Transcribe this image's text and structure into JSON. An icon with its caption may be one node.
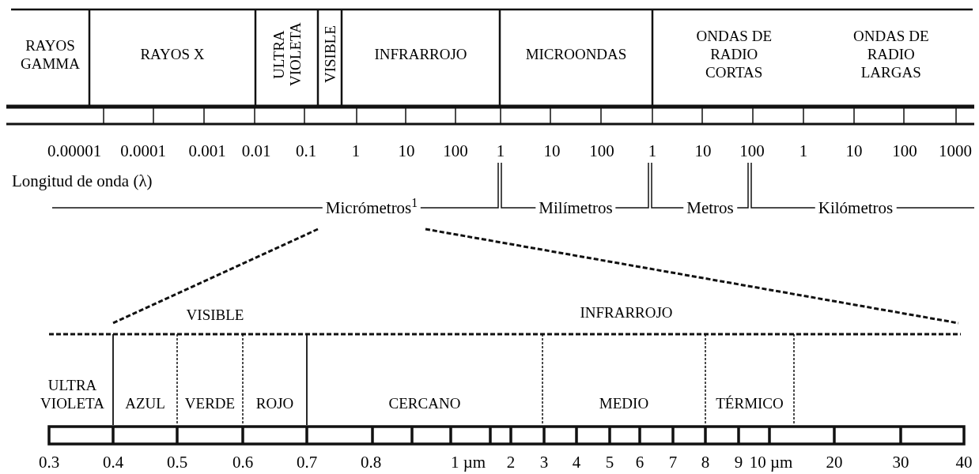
{
  "diagram": {
    "nodes": [
      {
        "text": [
          "RAYOS GAMMA"
        ]
      },
      {
        "text": [
          "RAYOS X"
        ]
      },
      {
        "text": [
          "ULTRA VIOLETA"
        ]
      },
      {
        "text": [
          "VISIBLE"
        ]
      },
      {
        "text": [
          "INFRARROJO"
        ]
      },
      {
        "text": [
          "MICROONDAS"
        ]
      },
      {
        "text": [
          "ONDAS DE RADIO CORTAS",
          "ONDAS DE RADIO LARGAS"
        ]
      },
      {
        "text": [
          "ULTRA VIOLETA"
        ]
      },
      {
        "text": [
          "AZUL"
        ]
      },
      {
        "text": [
          "VERDE"
        ]
      },
      {
        "text": [
          "ROJO"
        ]
      },
      {
        "text": [
          "CERCANO"
        ]
      },
      {
        "text": [
          "MEDIO"
        ]
      },
      {
        "text": [
          "TÉRMICO"
        ]
      }
    ],
    "labels": [
      "0.00001",
      "0.0001",
      "0.001",
      "0.01",
      "0.1",
      "1",
      "10",
      "100",
      "1",
      "10",
      "100",
      "1",
      "10",
      "100",
      "1",
      "10",
      "100",
      "1000",
      "Longitud de onda (λ)",
      "Micrómetros$^{1}$",
      "Milímetros",
      "Metros",
      "Kilómetros",
      "VISIBLE",
      "INFRARROJO",
      "0.3",
      "0.4",
      "0.5",
      "0.6",
      "0.7",
      "0.8",
      "1 µm",
      "2",
      "3",
      "4",
      "5",
      "6",
      "7",
      "8",
      "9",
      "10 µm",
      "20",
      "30",
      "40"
    ]
  }
}
